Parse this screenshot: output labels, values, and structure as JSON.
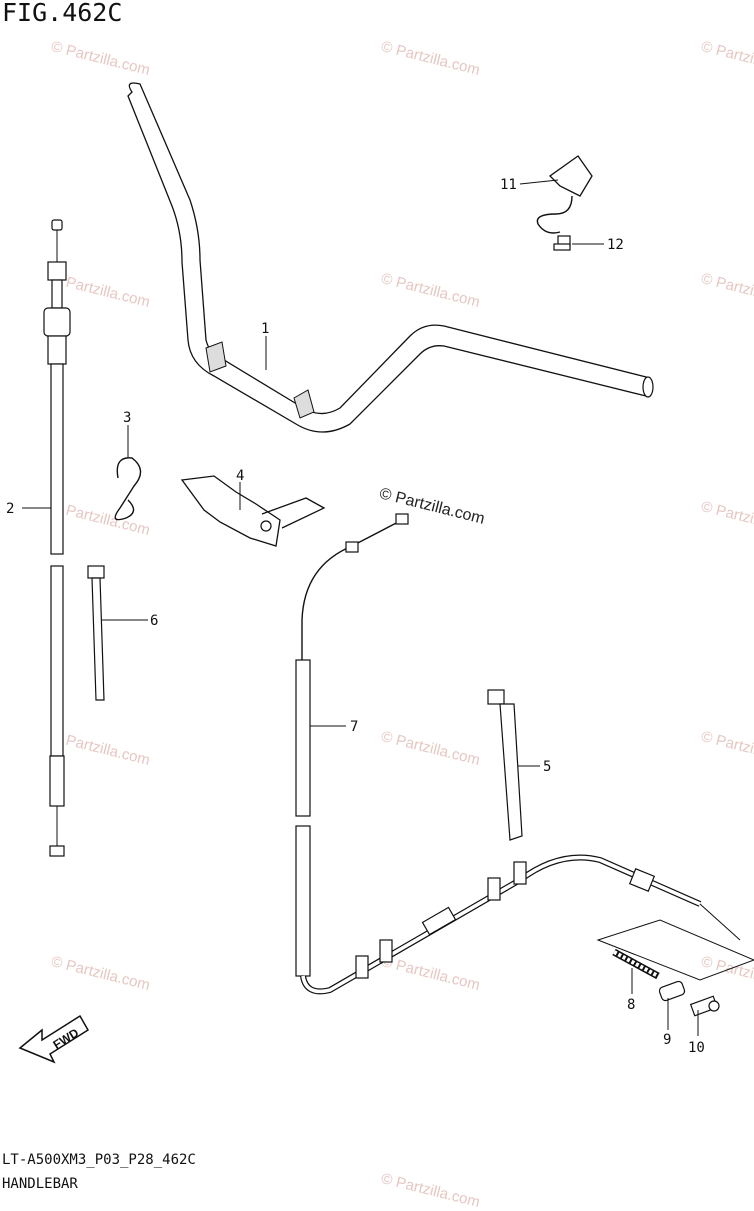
{
  "figure": {
    "title": "FIG.462C",
    "model_code": "LT-A500XM3_P03_P28_462C",
    "section_name": "HANDLEBAR",
    "watermark": "© Partzilla.com",
    "fwd_label": "FWD"
  },
  "callouts": [
    "1",
    "2",
    "3",
    "4",
    "5",
    "6",
    "7",
    "8",
    "9",
    "10",
    "11",
    "12"
  ]
}
